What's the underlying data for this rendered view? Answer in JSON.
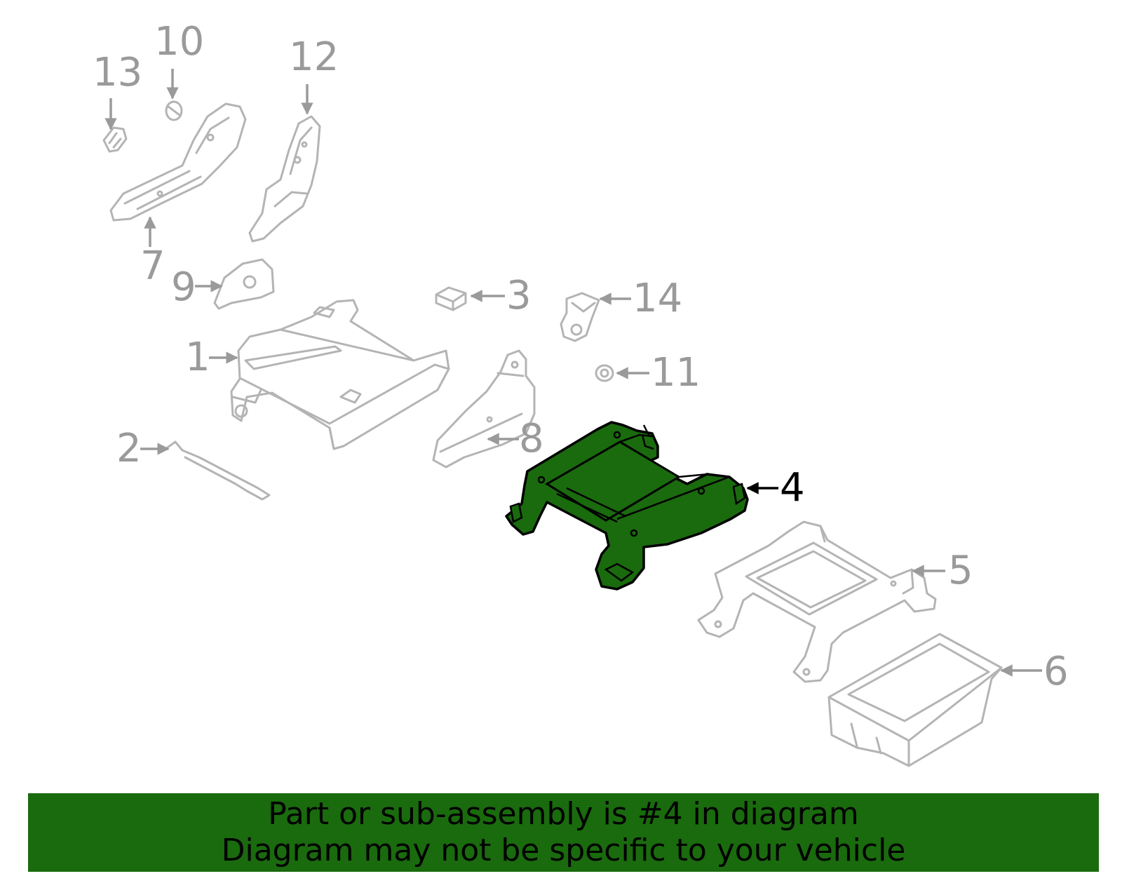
{
  "diagram": {
    "highlight_color": "#1a6a0e",
    "part_outline_color": "#b4b4b4",
    "callout_color": "#9a9a9a",
    "highlighted_part": "4",
    "callouts": {
      "c1": "1",
      "c2": "2",
      "c3": "3",
      "c4": "4",
      "c5": "5",
      "c6": "6",
      "c7": "7",
      "c8": "8",
      "c9": "9",
      "c10": "10",
      "c11": "11",
      "c12": "12",
      "c13": "13",
      "c14": "14"
    }
  },
  "banner": {
    "line1": "Part or sub-assembly is #4 in diagram",
    "line2": "Diagram may not be specific to your vehicle",
    "background": "#1a6a0e"
  }
}
